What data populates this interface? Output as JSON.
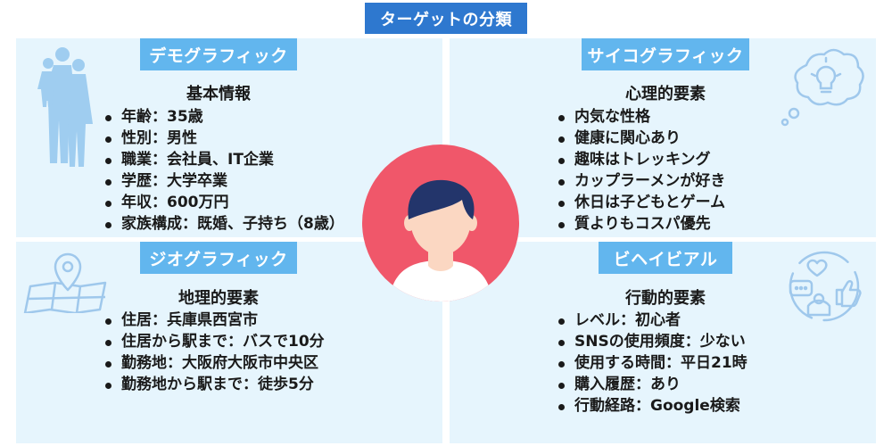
{
  "title": "ターゲットの分類",
  "quadrants": {
    "demographic": {
      "label": "デモグラフィック",
      "heading": "基本情報",
      "items": [
        "年齢：35歳",
        "性別：男性",
        "職業：会社員、IT企業",
        "学歴：大学卒業",
        "年収：600万円",
        "家族構成：既婚、子持ち（8歳）"
      ]
    },
    "psychographic": {
      "label": "サイコグラフィック",
      "heading": "心理的要素",
      "items": [
        "内気な性格",
        "健康に関心あり",
        "趣味はトレッキング",
        "カップラーメンが好き",
        "休日は子どもとゲーム",
        "質よりもコスパ優先"
      ]
    },
    "geographic": {
      "label": "ジオグラフィック",
      "heading": "地理的要素",
      "items": [
        "住居：兵庫県西宮市",
        "住居から駅まで：バスで10分",
        "勤務地：大阪府大阪市中央区",
        "勤務地から駅まで：徒歩5分"
      ]
    },
    "behavioral": {
      "label": "ビヘイビアル",
      "heading": "行動的要素",
      "items": [
        "レベル：初心者",
        "SNSの使用頻度：少ない",
        "使用する時間：平日21時",
        "購入履歴：あり",
        "行動経路：Google検索"
      ]
    }
  },
  "colors": {
    "title_bg": "#2e78cf",
    "label_bg": "#62b6ee",
    "panel_bg": "#e6f5fd",
    "circle": "#f0576a",
    "hair": "#23356b",
    "skin": "#fbd7c2",
    "icon_line": "#9fc8ec"
  },
  "icons": {
    "demographic": "family-silhouette-icon",
    "psychographic": "lightbulb-thought-icon",
    "geographic": "map-pin-icon",
    "behavioral": "social-reactions-icon",
    "center": "person-avatar-icon"
  }
}
